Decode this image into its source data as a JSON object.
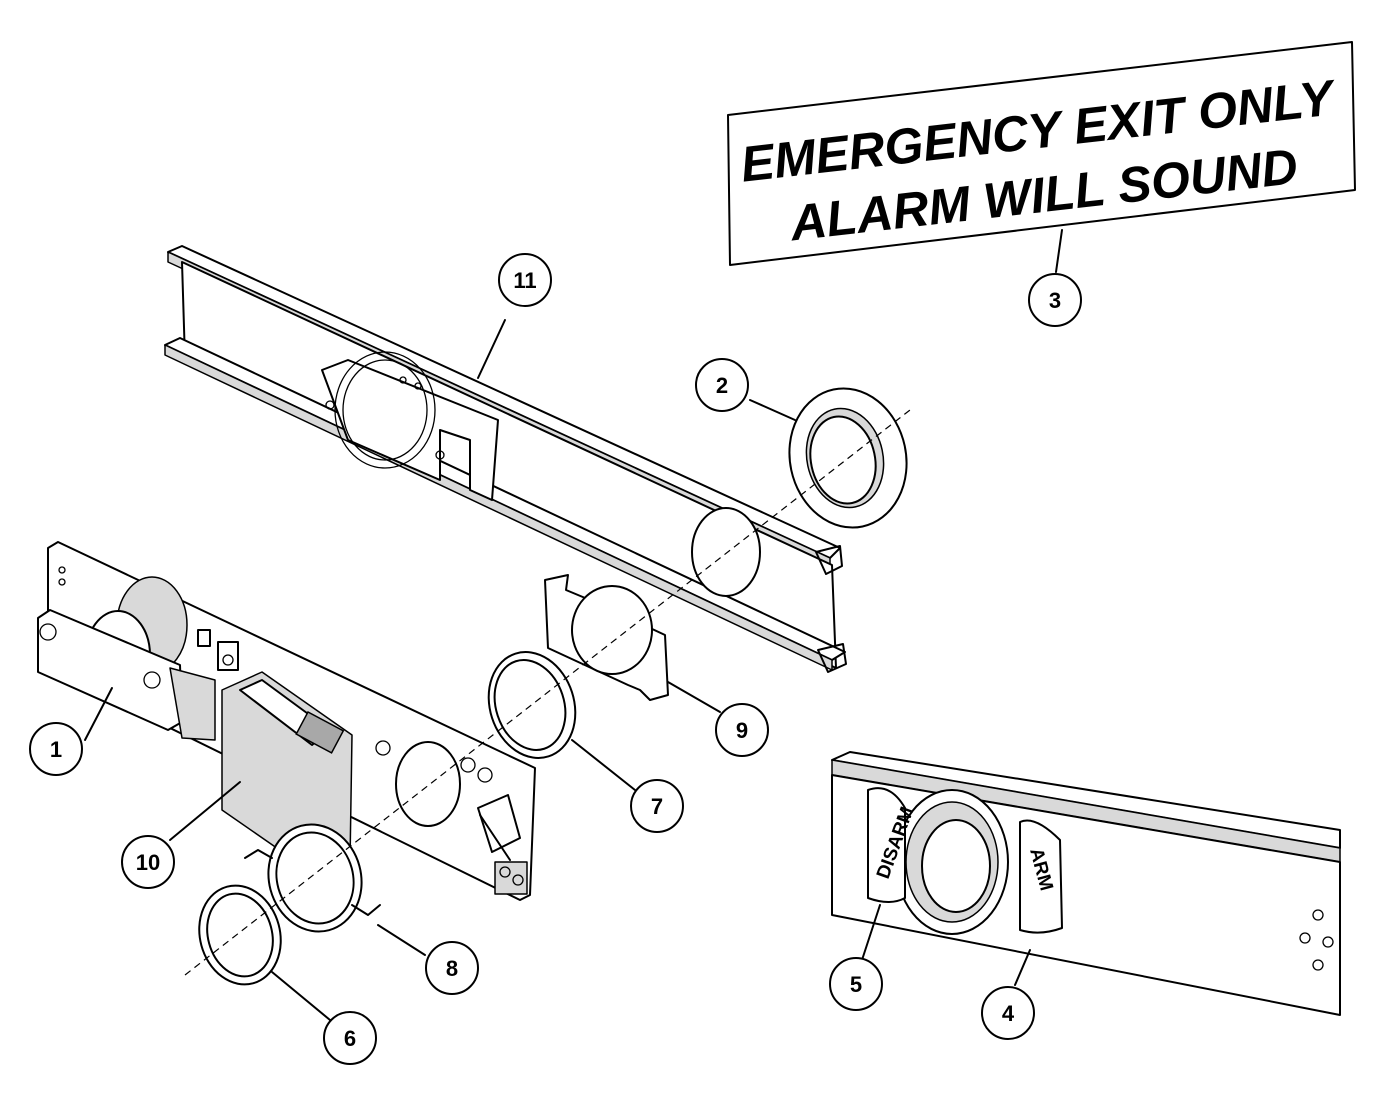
{
  "sign": {
    "line1": "EMERGENCY EXIT ONLY",
    "line2": "ALARM WILL SOUND"
  },
  "plate": {
    "disarm_label": "DISARM",
    "arm_label": "ARM"
  },
  "callouts": {
    "c1": "1",
    "c2": "2",
    "c3": "3",
    "c4": "4",
    "c5": "5",
    "c6": "6",
    "c7": "7",
    "c8": "8",
    "c9": "9",
    "c10": "10",
    "c11": "11"
  }
}
